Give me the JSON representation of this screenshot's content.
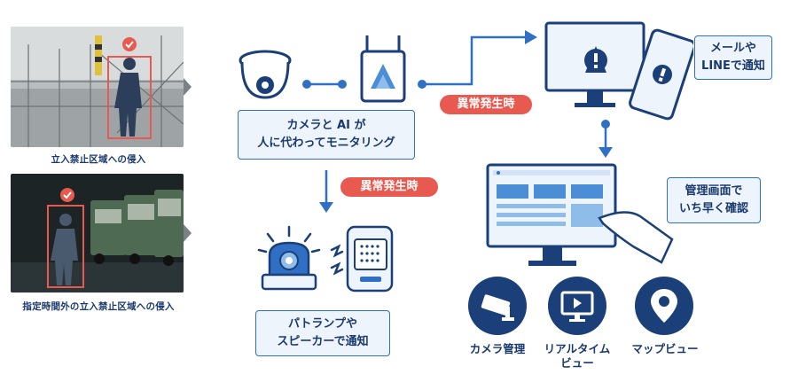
{
  "photos": [
    {
      "caption": "立入禁止区域への侵入"
    },
    {
      "caption": "指定時間外の立入禁止区域への侵入"
    }
  ],
  "flow": {
    "camera_callout": {
      "line1": "カメラと AI が",
      "line2": "人に代わってモニタリング"
    },
    "alert_pill_top": "異常発生時",
    "alert_pill_bottom": "異常発生時",
    "mail_callout": {
      "line1": "メールや",
      "line2": "LINEで通知"
    },
    "admin_callout": {
      "line1": "管理画面で",
      "line2": "いち早く確認"
    },
    "patlamp_callout": {
      "line1": "パトランプや",
      "line2": "スピーカーで通知"
    }
  },
  "features": [
    {
      "label": "カメラ管理",
      "icon": "cctv-icon"
    },
    {
      "label_line1": "リアルタイム",
      "label_line2": "ビュー",
      "icon": "play-monitor-icon"
    },
    {
      "label": "マップビュー",
      "icon": "map-pin-icon"
    }
  ],
  "colors": {
    "navy": "#1b3f78",
    "blue": "#2f6fc4",
    "light_blue": "#eef4fb",
    "alert": "#e85a4f"
  }
}
